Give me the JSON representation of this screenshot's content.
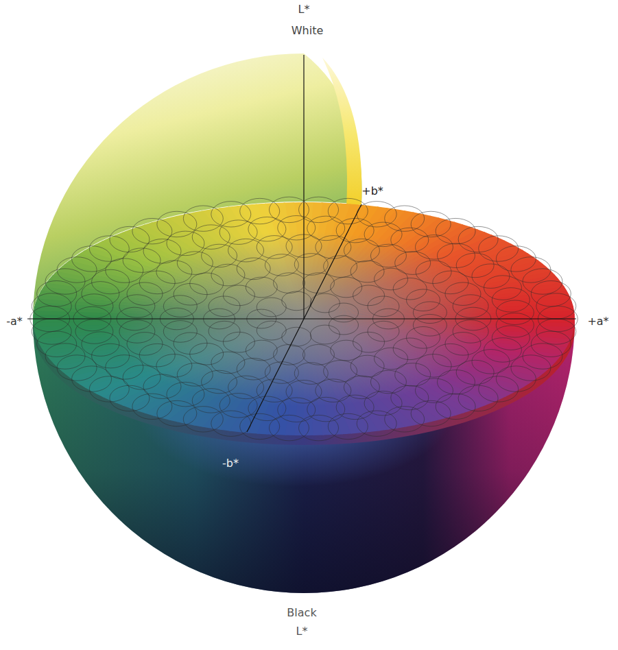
{
  "diagram": {
    "labels": [
      "L*",
      "White",
      "+b*",
      "-a*",
      "+a*",
      "-b*",
      "Black",
      "L*"
    ]
  }
}
